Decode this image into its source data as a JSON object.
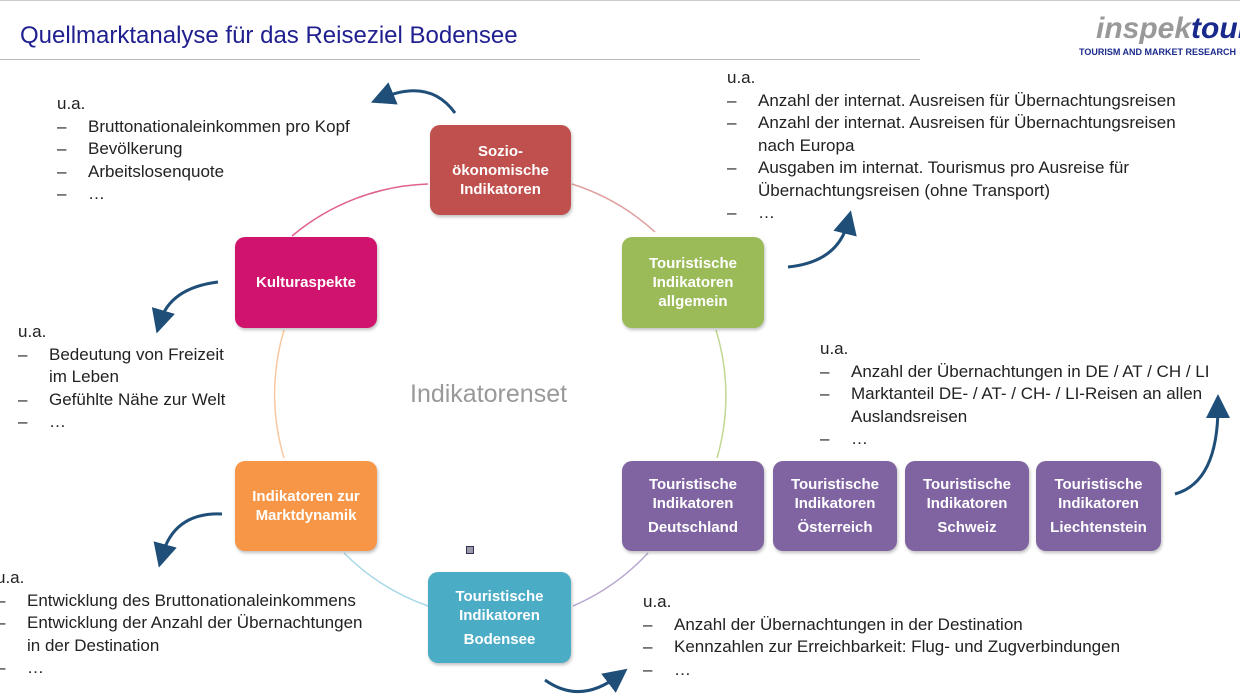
{
  "header": {
    "title": "Quellmarktanalyse für das Reiseziel Bodensee",
    "logo_a": "inspek",
    "logo_b": "tour",
    "logo_sub": "TOURISM AND MARKET RESEARCH"
  },
  "center_label": "Indikatorenset",
  "boxes": {
    "sozio": "Sozio-\nökonomische\nIndikatoren",
    "allgemein": "Touristische Indikatoren allgemein",
    "kultur": "Kulturaspekte",
    "markt": "Indikatoren zur Marktdynamik",
    "bodensee": {
      "l1": "Touristische",
      "l2": "Indikatoren",
      "l3": "Bodensee"
    },
    "de": {
      "l1": "Touristische",
      "l2": "Indikatoren",
      "l3": "Deutschland"
    },
    "at": {
      "l1": "Touristische",
      "l2": "Indikatoren",
      "l3": "Österreich"
    },
    "ch": {
      "l1": "Touristische",
      "l2": "Indikatoren",
      "l3": "Schweiz"
    },
    "li": {
      "l1": "Touristische",
      "l2": "Indikatoren",
      "l3": "Liechtenstein"
    }
  },
  "colors": {
    "sozio": "#c0504d",
    "allgemein": "#9bbb59",
    "kultur": "#d0146e",
    "markt": "#f79646",
    "bodensee": "#4bacc6",
    "purple": "#8064a2",
    "arrow": "#1f4e79"
  },
  "lists": {
    "sozio": {
      "head": "u.a.",
      "items": [
        "Bruttonationaleinkommen pro Kopf",
        "Bevölkerung",
        "Arbeitslosenquote",
        "…"
      ]
    },
    "allgemein": {
      "head": "u.a.",
      "items": [
        "Anzahl der internat. Ausreisen für Übernachtungsreisen",
        "Anzahl der internat. Ausreisen für Übernachtungsreisen",
        "nach Europa",
        "Ausgaben im internat. Tourismus pro Ausreise für",
        "Übernachtungsreisen (ohne Transport)",
        "…"
      ]
    },
    "kultur": {
      "head": "u.a.",
      "items": [
        "Bedeutung von Freizeit",
        "im Leben",
        "Gefühlte Nähe zur Welt",
        "…"
      ]
    },
    "laender": {
      "head": "u.a.",
      "items": [
        "Anzahl der Übernachtungen in DE / AT / CH / LI",
        "Marktanteil DE- / AT- / CH- / LI-Reisen an allen",
        "Auslandsreisen",
        "…"
      ]
    },
    "markt": {
      "head": "u.a.",
      "items": [
        "Entwicklung des Bruttonationaleinkommens",
        "Entwicklung der Anzahl der Übernachtungen",
        "in der Destination",
        "…"
      ]
    },
    "bodensee": {
      "head": "u.a.",
      "items": [
        "Anzahl der Übernachtungen in der Destination",
        "Kennzahlen zur Erreichbarkeit: Flug- und Zugverbindungen",
        "…"
      ]
    }
  }
}
